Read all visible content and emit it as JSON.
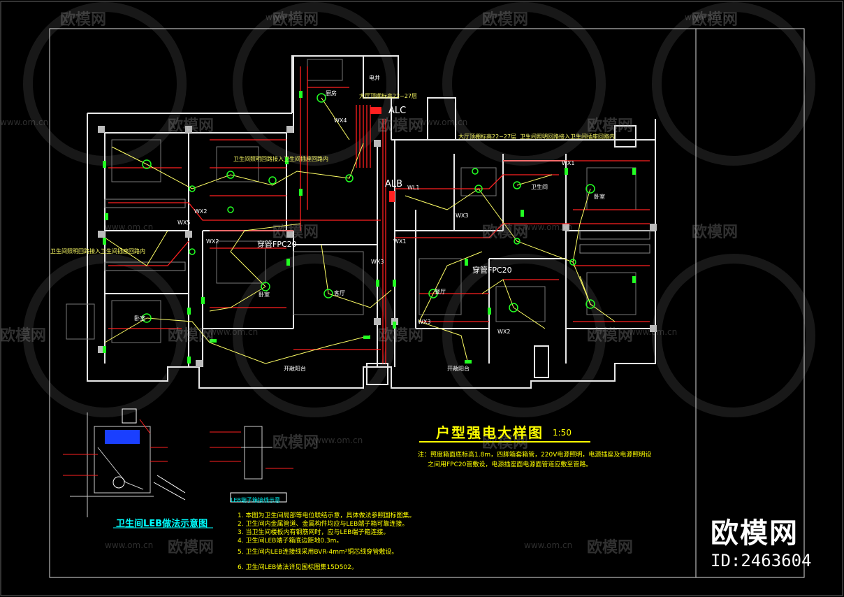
{
  "drawing": {
    "title": "户型强电大样图",
    "scale": "1:50",
    "notes": [
      "注：照度箱面底标高1.8m，四脚箱套箱管，220V电源照明，电源插座及电源照明设",
      "之间用FPC20管敷设，电源插座面电源面管道应敷至管路。"
    ],
    "labels": {
      "alc": "ALC",
      "alb": "ALB",
      "fpc_left": "穿管FPC20",
      "fpc_right": "穿管FPC20",
      "kitchen": "厨房",
      "dining": "餐厅",
      "living": "客厅",
      "bedroom": "卧室",
      "balcony_left": "开敞阳台",
      "balcony_right": "开敞阳台",
      "bath": "卫生间",
      "well": "电井",
      "wk_tags": [
        "WX4",
        "WX3",
        "WX2",
        "WX1",
        "WX5",
        "WL1"
      ],
      "annotation_left": "卫生间照明回路接入卫生间插座回路内",
      "annotation_top": "大厅顶棚标高22~27层",
      "annotation_top2": "大厅顶棚标高22~27层",
      "annotation_bath": "卫生间照明回路接入卫生间插座回路内"
    }
  },
  "legend": {
    "title": "卫生间LEB做法示意图",
    "subtitle": "LEB端子箱接线示意",
    "items": [
      "1. 本图为卫生间局部等电位联结示意，具体做法参照国标图集。",
      "2. 卫生间内金属管道、金属构件均应与LEB端子箱可靠连接。",
      "3. 当卫生间楼板内有钢筋网时，应与LEB端子箱连接。",
      "4. 卫生间LEB端子箱底边距地0.3m。",
      "5. 卫生间内LEB连接线采用BVR-4mm²铜芯线穿管敷设。",
      "6. 卫生间LEB做法详见国标图集15D502。"
    ]
  },
  "watermark": {
    "brand": "欧模网",
    "url": "www.om.cn",
    "id": "ID:2463604"
  },
  "colors": {
    "background": "#000000",
    "wall": "#ffffff",
    "circuit_red": "#ff2020",
    "circuit_yellow": "#ffff66",
    "fixture_green": "#22ff22",
    "text_yellow": "#ffff00",
    "cyan": "#00ffff"
  }
}
